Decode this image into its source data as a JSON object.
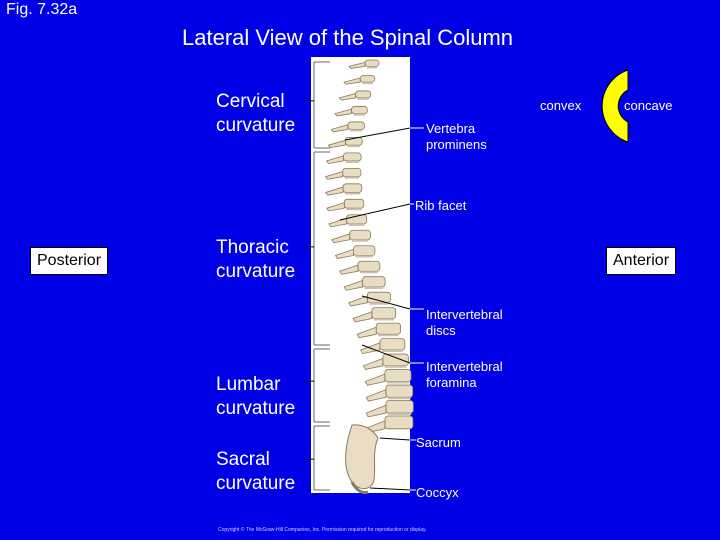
{
  "figure_label": "Fig. 7.32a",
  "title": "Lateral View of the Spinal Column",
  "curvatures": {
    "cervical": [
      "Cervical",
      "curvature"
    ],
    "thoracic": [
      "Thoracic",
      "curvature"
    ],
    "lumbar": [
      "Lumbar",
      "curvature"
    ],
    "sacral": [
      "Sacral",
      "curvature"
    ]
  },
  "labels": {
    "vertebra_prominens": [
      "Vertebra",
      "prominens"
    ],
    "rib_facet": "Rib facet",
    "intervertebral_discs": [
      "Intervertebral",
      "discs"
    ],
    "intervertebral_foramina": [
      "Intervertebral",
      "foramina"
    ],
    "sacrum": "Sacrum",
    "coccyx": "Coccyx"
  },
  "legend": {
    "convex": "convex",
    "concave": "concave",
    "symbol_color": "#ffff00"
  },
  "directions": {
    "posterior": "Posterior",
    "anterior": "Anterior"
  },
  "copyright": "Copyright © The McGraw-Hill Companies, Inc. Permission required for reproduction or display.",
  "colors": {
    "background": "#0000e6",
    "bone": "#e8dcc2",
    "bone_outline": "#8a7a5a",
    "disc": "#c9c0ad"
  }
}
